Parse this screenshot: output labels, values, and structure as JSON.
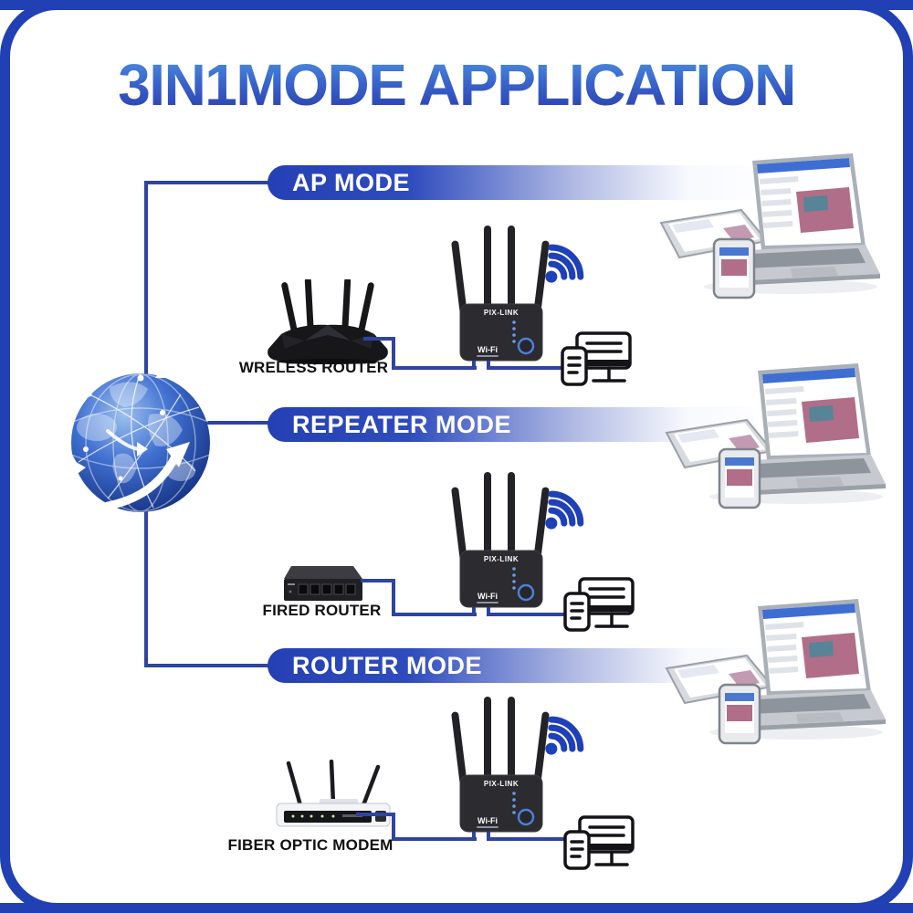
{
  "title": "3IN1MODE APPLICATION",
  "colors": {
    "frame_blue": "#2140b4",
    "connector_blue": "#2e44a0",
    "pill_blue": "#2440b4",
    "wifi_icon_blue": "#1e40b8",
    "title_gradient_top": "#4f97e3",
    "title_gradient_bottom": "#2637ab"
  },
  "sections": [
    {
      "label": "AP MODE",
      "source_device_label": "WRELESS ROUTER"
    },
    {
      "label": "REPEATER MODE",
      "source_device_label": "FIRED ROUTER"
    },
    {
      "label": "ROUTER MODE",
      "source_device_label": "FIBER OPTIC MODEM"
    }
  ],
  "repeater_device": {
    "brand": "PIX-LINK",
    "wifi_label": "Wi-Fi"
  }
}
